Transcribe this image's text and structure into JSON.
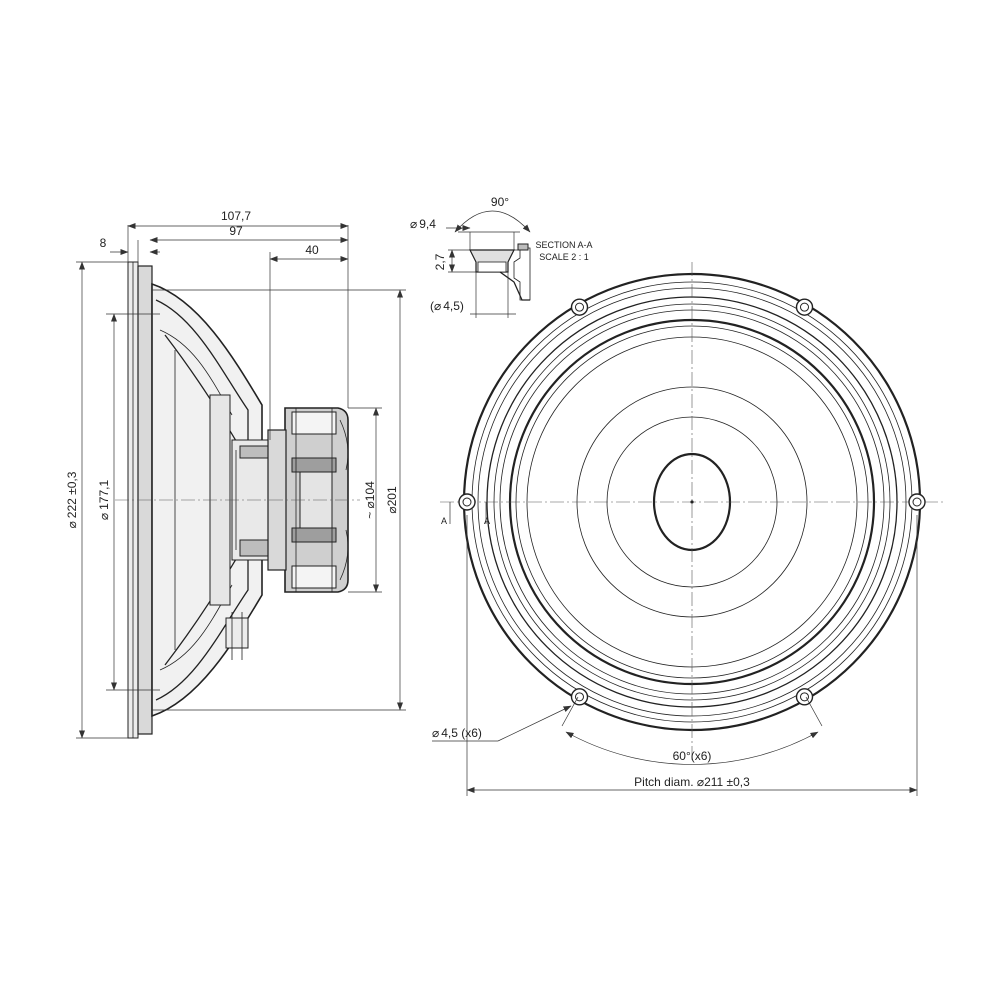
{
  "side_view": {
    "dim_overall_depth": "107,7",
    "dim_frame_to_magnet": "97",
    "dim_flange": "8",
    "dim_magnet_depth": "40",
    "dim_outer_diameter": "222 ±0,3",
    "dim_cone_diameter": "177,1",
    "dim_magnet_diameter": "~ ⌀104",
    "dim_frame_inner_diameter": "⌀201"
  },
  "section_detail": {
    "title": "SECTION A-A",
    "scale": "SCALE 2 : 1",
    "dim_angle": "90°",
    "dim_counterbore": "9,4",
    "dim_depth": "2,7",
    "dim_hole": "4,5"
  },
  "front_view": {
    "dim_mount_holes": "4,5 (x6)",
    "dim_hole_angle": "60°(x6)",
    "dim_pitch_diameter": "Pitch diam.  ⌀211 ±0,3",
    "section_mark_left": "A",
    "section_mark_right": "A"
  },
  "symbols": {
    "diameter": "⌀"
  }
}
